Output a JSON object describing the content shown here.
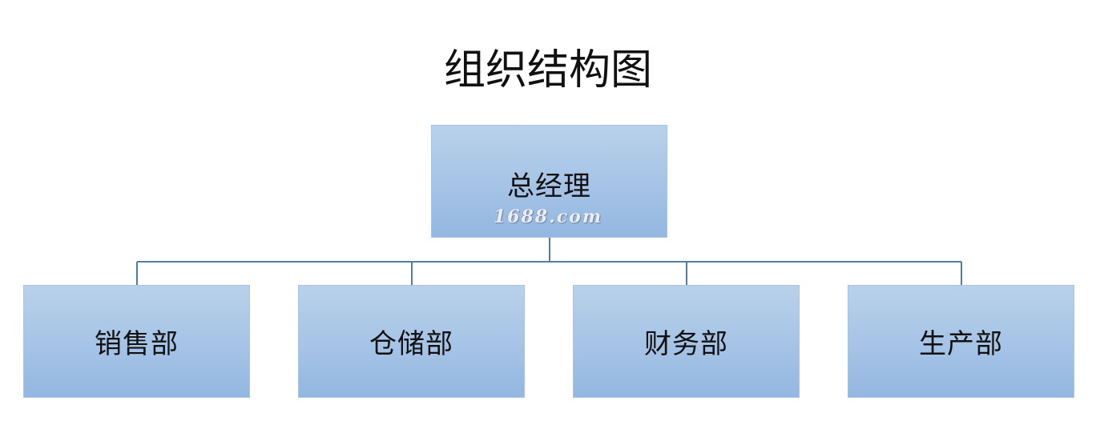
{
  "title": "组织结构图",
  "root": {
    "label": "总经理",
    "watermark": "1688.com"
  },
  "departments": [
    {
      "label": "销售部"
    },
    {
      "label": "仓储部"
    },
    {
      "label": "财务部"
    },
    {
      "label": "生产部"
    }
  ],
  "colors": {
    "box_fill_top": "#b9d1ea",
    "box_fill_bottom": "#93b7e1",
    "connector": "#4f7fa8",
    "text": "#111111"
  }
}
